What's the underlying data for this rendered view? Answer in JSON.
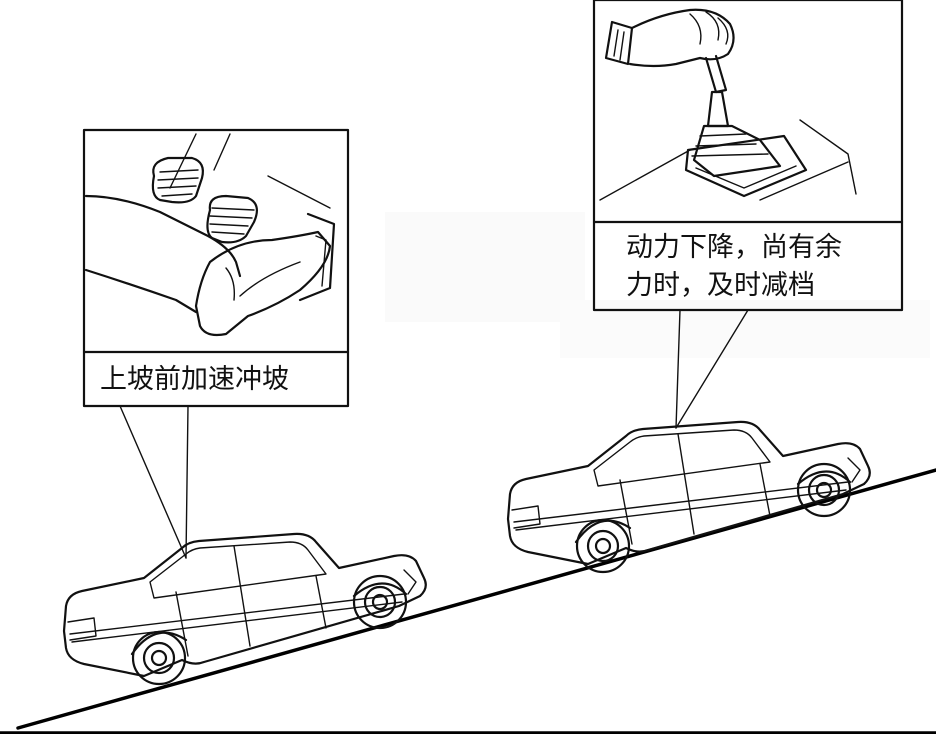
{
  "captions": {
    "left": "上坡前加速冲坡",
    "right_line1": "动力下降，尚有余",
    "right_line2": "力时，及时减档"
  },
  "icons": {
    "left_panel": "pedals-foot-accelerating-icon",
    "right_panel": "hand-on-gear-shifter-icon",
    "car": "sedan-car-icon"
  },
  "colors": {
    "ink": "#111111",
    "background": "#ffffff"
  }
}
